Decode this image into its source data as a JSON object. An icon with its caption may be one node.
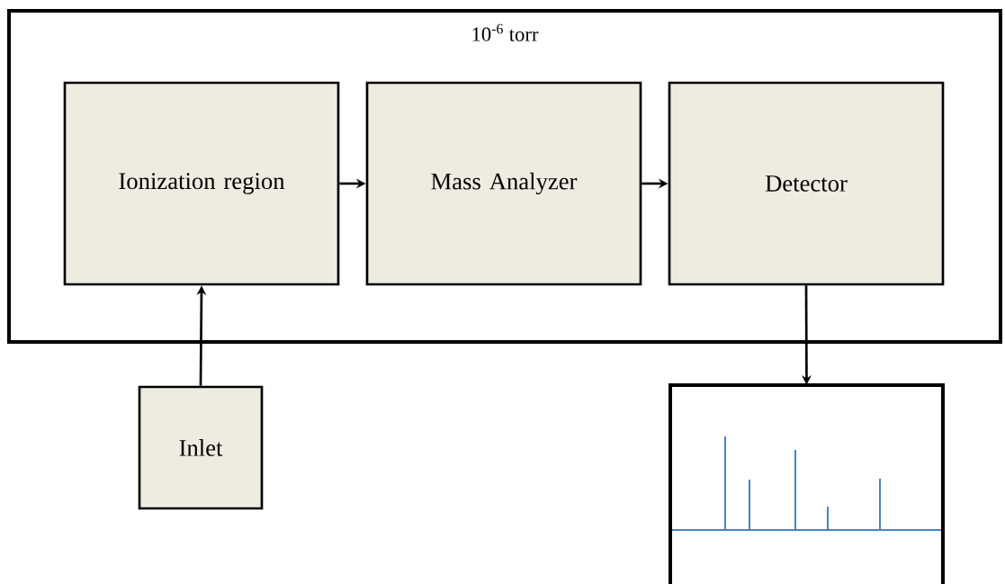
{
  "diagram": {
    "nodes": [
      {
        "text": [
          "10$^{-6}$ torr"
        ]
      },
      {
        "text": [
          "Ionization region"
        ],
        "in": 0
      },
      {
        "text": [
          "Mass Analyzer"
        ],
        "in": 0
      },
      {
        "text": [
          "Detector"
        ],
        "in": 0
      },
      {
        "text": [
          "Inlet"
        ]
      },
      {
        "text": [],
        "shape": "picture"
      }
    ],
    "edges": [
      {
        "from": 1,
        "to": 2,
        "arrow": "to"
      },
      {
        "from": 2,
        "to": 3,
        "arrow": "to"
      },
      {
        "from": 4,
        "to": 1,
        "arrow": "to"
      },
      {
        "from": 3,
        "to": 5,
        "arrow": "to"
      }
    ]
  }
}
